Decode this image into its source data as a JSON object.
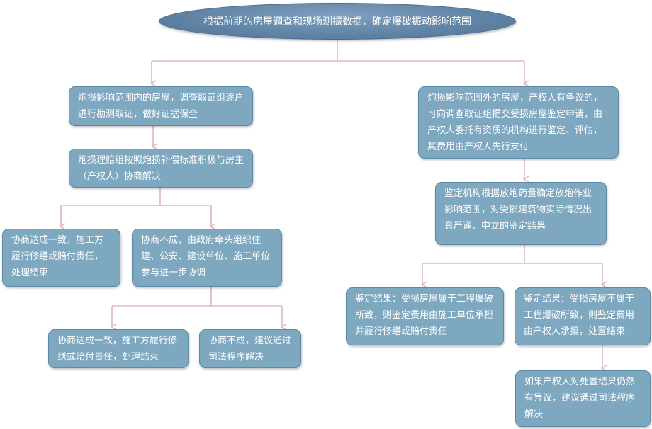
{
  "diagram": {
    "root": "根据前期的房屋调查和现场测振数据，确定爆破振动影响范围",
    "nodes": {
      "inside_range": "炮损影响范围内的房屋，调查取证组逐户进行勘测取证，做好证据保全",
      "claims_group": "炮损理赔组按照炮损补偿标准积极与房主（产权人）协商解决",
      "agree_1": "协商达成一致，施工方履行修缮或赔付责任，处理结束",
      "disagree_1": "协商不成，由政府牵头组织住建、公安、建设单位、施工单位参与进一步协调",
      "agree_2": "协商达成一致，施工方履行修缮或赔付责任，处理结束",
      "disagree_2": "协商不成，建议通过司法程序解决",
      "outside_range": "炮损影响范围外的房屋，产权人有争议的，可向调查取证组提交受损房屋鉴定申请，由产权人委托有资质的机构进行鉴定、评估，其费用由产权人先行支付",
      "appraisal": "鉴定机构根据放炮药量确定放炮作业影响范围，对受损建筑物实际情况出具严谨、中立的鉴定结果",
      "result_caused": "鉴定结果：受损房屋属于工程爆破所致，则鉴定费用由施工单位承担并履行修缮或赔付责任",
      "result_not_caused": "鉴定结果：受损房屋不属于工程爆破所致，则鉴定费用由产权人承担，处置结束",
      "still_dispute": "如果产权人对处置结果仍然有异议，建议通过司法程序解决"
    },
    "colors": {
      "node_fill": "#7ea7c0",
      "root_fill": "#5f83a4",
      "connector": "#e0b8c0"
    }
  }
}
